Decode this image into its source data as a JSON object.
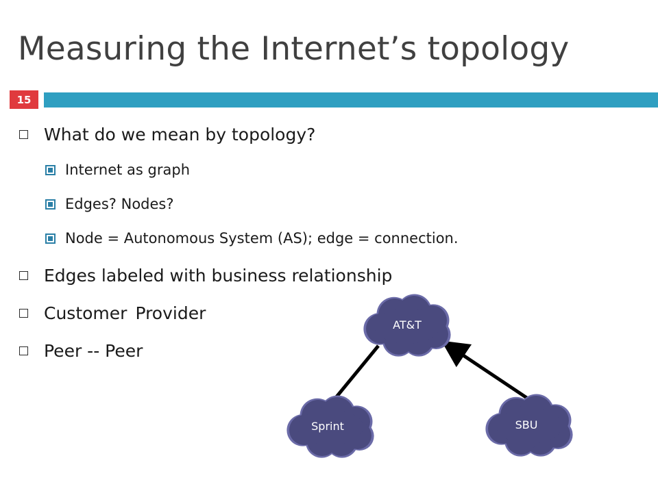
{
  "slide": {
    "title": "Measuring the Internet’s topology",
    "number": "15"
  },
  "bullets": {
    "q_topology": "What do we mean by topology?",
    "sub_graph": "Internet as graph",
    "sub_edges_nodes": "Edges? Nodes?",
    "sub_definition": "Node = Autonomous System (AS); edge = connection.",
    "edges_labeled": "Edges labeled with business relationship",
    "customer": "Customer",
    "arrow": "",
    "provider": "Provider",
    "peer": "Peer -- Peer"
  },
  "diagram": {
    "nodes": {
      "att": "AT&T",
      "sprint": "Sprint",
      "sbu": "SBU"
    },
    "colors": {
      "cloud_fill": "#4a4a7e",
      "cloud_stroke": "#6b6ba8",
      "edge": "#000000"
    }
  },
  "colors": {
    "accent_bar": "#2f9fc1",
    "slide_number_bg": "#e03a3e",
    "title_text": "#404040"
  }
}
